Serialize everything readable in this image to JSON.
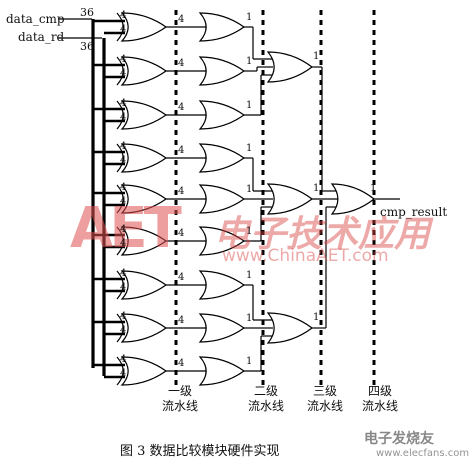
{
  "inputs": {
    "data_cmp": "data_cmp",
    "data_rd": "data_rd",
    "bus_width": "36"
  },
  "output": {
    "label": "cmp_result"
  },
  "bit_labels": {
    "four": "4",
    "one": "1"
  },
  "stages": {
    "s1": [
      "一级",
      "流水线"
    ],
    "s2": [
      "二级",
      "流水线"
    ],
    "s3": [
      "三级",
      "流水线"
    ],
    "s4": [
      "四级",
      "流水线"
    ]
  },
  "caption": "图 3  数据比较模块硬件实现",
  "watermark": {
    "logo": "AET",
    "cn_text": "电子技术应用",
    "url": "www.ChinaAET.com",
    "bottom_logo": "电子发烧友",
    "bottom_url": "www.elecfans.com"
  },
  "colors": {
    "line": "#000000",
    "watermark": "#cf2a2a",
    "watermark_light": "#e8a0a0"
  }
}
